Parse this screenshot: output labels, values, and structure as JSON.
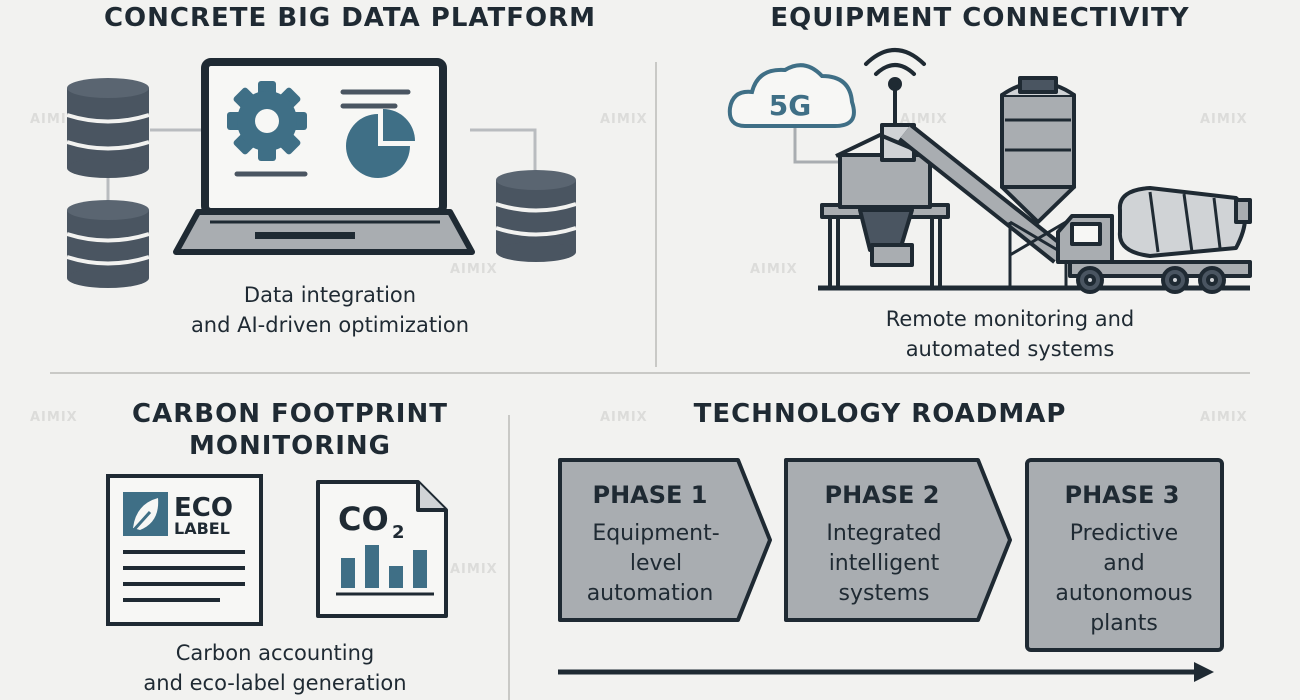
{
  "sections": {
    "big_data": {
      "title": "CONCRETE BIG DATA PLATFORM",
      "caption_line1": "Data integration",
      "caption_line2": "and AI-driven optimization"
    },
    "connectivity": {
      "title": "EQUIPMENT CONNECTIVITY",
      "cloud_label": "5G",
      "caption_line1": "Remote monitoring and",
      "caption_line2": "automated systems"
    },
    "carbon": {
      "title_line1": "CARBON FOOTPRINT",
      "title_line2": "MONITORING",
      "eco_label_line1": "ECO",
      "eco_label_line2": "LABEL",
      "co2_label": "CO",
      "co2_sub": "2",
      "caption_line1": "Carbon accounting",
      "caption_line2": "and eco-label generation"
    },
    "roadmap": {
      "title": "TECHNOLOGY ROADMAP",
      "phases": [
        {
          "name": "PHASE 1",
          "lines": [
            "Equipment-",
            "level",
            "automation"
          ]
        },
        {
          "name": "PHASE 2",
          "lines": [
            "Integrated",
            "intelligent",
            "systems"
          ]
        },
        {
          "name": "PHASE 3",
          "lines": [
            "Predictive",
            "and",
            "autonomous",
            "plants"
          ]
        }
      ]
    }
  },
  "watermark": "AIMIX",
  "colors": {
    "dark": "#4a5561",
    "accent": "#3f6f86",
    "gray": "#a9adb1",
    "light": "#d0d3d6",
    "ink": "#1f2a33"
  }
}
